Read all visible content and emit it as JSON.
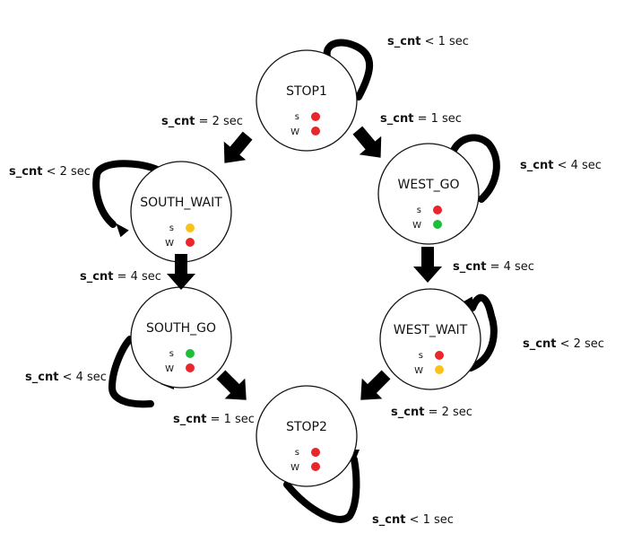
{
  "colors": {
    "red": "#e8262b",
    "yellow": "#f9c31b",
    "green": "#1fbd3c"
  },
  "states": [
    {
      "id": "stop1",
      "name": "STOP1",
      "s_label": "s",
      "w_label": "W",
      "s_light": "red",
      "w_light": "red"
    },
    {
      "id": "south-wait",
      "name": "SOUTH_WAIT",
      "s_label": "s",
      "w_label": "W",
      "s_light": "yellow",
      "w_light": "red"
    },
    {
      "id": "west-go",
      "name": "WEST_GO",
      "s_label": "s",
      "w_label": "W",
      "s_light": "red",
      "w_light": "green"
    },
    {
      "id": "south-go",
      "name": "SOUTH_GO",
      "s_label": "s",
      "w_label": "W",
      "s_light": "green",
      "w_light": "red"
    },
    {
      "id": "west-wait",
      "name": "WEST_WAIT",
      "s_label": "s",
      "w_label": "W",
      "s_light": "red",
      "w_light": "yellow"
    },
    {
      "id": "stop2",
      "name": "STOP2",
      "s_label": "s",
      "w_label": "W",
      "s_light": "red",
      "w_light": "red"
    }
  ],
  "transitions": [
    {
      "id": "stop1-to-south-wait",
      "from": "STOP1",
      "to": "SOUTH_WAIT",
      "var": "s_cnt",
      "op": "=",
      "value": "2 sec"
    },
    {
      "id": "stop1-to-west-go",
      "from": "STOP1",
      "to": "WEST_GO",
      "var": "s_cnt",
      "op": "=",
      "value": "1 sec"
    },
    {
      "id": "south-wait-to-south-go",
      "from": "SOUTH_WAIT",
      "to": "SOUTH_GO",
      "var": "s_cnt",
      "op": "=",
      "value": "4 sec"
    },
    {
      "id": "west-go-to-west-wait",
      "from": "WEST_GO",
      "to": "WEST_WAIT",
      "var": "s_cnt",
      "op": "=",
      "value": "4 sec"
    },
    {
      "id": "south-go-to-stop2",
      "from": "SOUTH_GO",
      "to": "STOP2",
      "var": "s_cnt",
      "op": "=",
      "value": "1 sec"
    },
    {
      "id": "west-wait-to-stop2",
      "from": "WEST_WAIT",
      "to": "STOP2",
      "var": "s_cnt",
      "op": "=",
      "value": "2 sec"
    }
  ],
  "self_loops": [
    {
      "id": "stop1-loop",
      "state": "STOP1",
      "var": "s_cnt",
      "op": "<",
      "value": "1 sec"
    },
    {
      "id": "west-go-loop",
      "state": "WEST_GO",
      "var": "s_cnt",
      "op": "<",
      "value": "4 sec"
    },
    {
      "id": "south-wait-loop",
      "state": "SOUTH_WAIT",
      "var": "s_cnt",
      "op": "<",
      "value": "2 sec"
    },
    {
      "id": "west-wait-loop",
      "state": "WEST_WAIT",
      "var": "s_cnt",
      "op": "<",
      "value": "2 sec"
    },
    {
      "id": "south-go-loop",
      "state": "SOUTH_GO",
      "var": "s_cnt",
      "op": "<",
      "value": "4 sec"
    },
    {
      "id": "stop2-loop",
      "state": "STOP2",
      "var": "s_cnt",
      "op": "<",
      "value": "1 sec"
    }
  ]
}
